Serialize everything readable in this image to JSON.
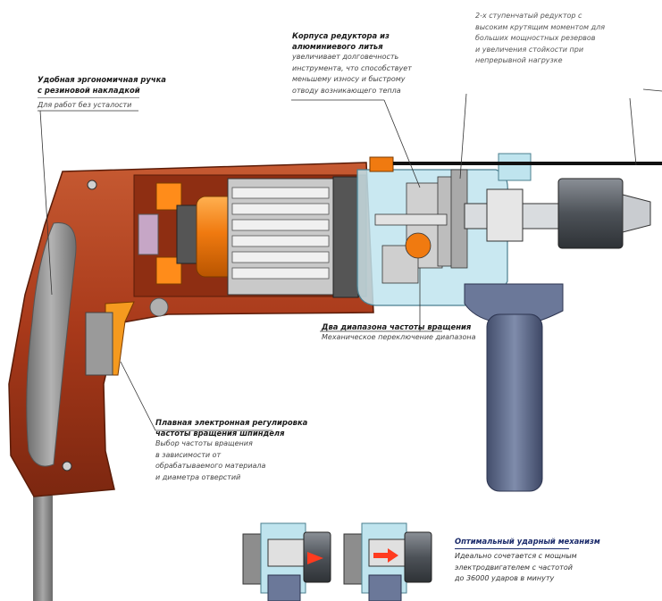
{
  "callouts": {
    "handle": {
      "title": [
        "Удобная эргономичная ручка",
        "с резиновой накладкой"
      ],
      "body": [
        "Для работ без усталости"
      ]
    },
    "housing": {
      "title": [
        "Корпуса редуктора из",
        "алюминиевого литья"
      ],
      "body": [
        "увеличивает долговечность",
        "инструмента, что способствует",
        "меньшему износу и быстрому",
        "отводу возникающего тепла"
      ]
    },
    "gearbox": {
      "title": [],
      "body": [
        "2-х ступенчатый редуктор с",
        "высоким крутящим моментом для",
        "больших мощностных резервов",
        "и увеличения стойкости при",
        "непрерывной нагрузке"
      ]
    },
    "speed": {
      "title": [
        "Два диапазона частоты вращения"
      ],
      "body": [
        "Механическое переключение диапазона"
      ]
    },
    "electronics": {
      "title": [
        "Плавная электронная регулировка",
        "частоты вращения шпинделя"
      ],
      "body": [
        "Выбор частоты вращения",
        "в зависимости от",
        "обрабатываемого материала",
        "и диаметра отверстий"
      ]
    },
    "impact": {
      "title": [
        "Оптимальный ударный механизм"
      ],
      "body": [
        "Идеально сочетается с мощным",
        "электродвигателем с частотой",
        "до 36000 ударов в минуту"
      ]
    }
  },
  "colors": {
    "body_red": "#b0401c",
    "body_red_dark": "#7e2a10",
    "rubber_grey": "#8c8c8c",
    "motor_orange": "#f07a10",
    "gear_blue": "#aed7e4",
    "side_handle": "#5c6a8a",
    "chuck": "#555a60"
  }
}
